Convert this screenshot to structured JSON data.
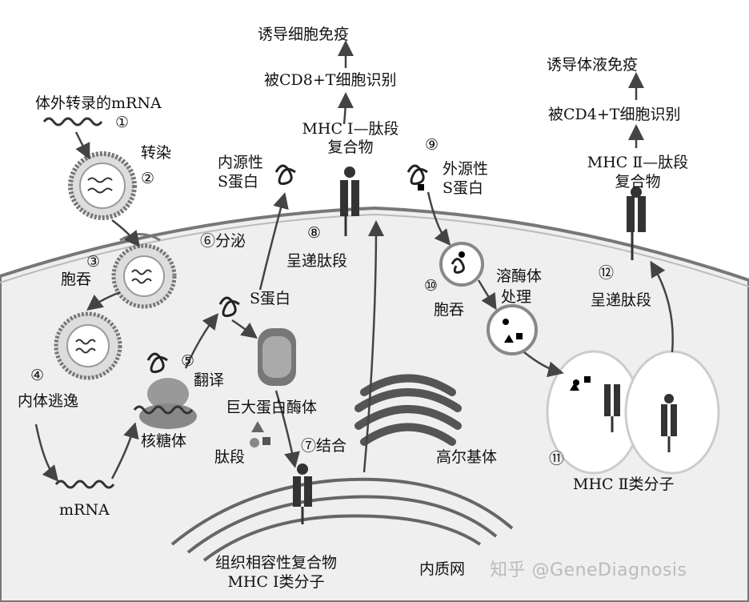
{
  "labels": {
    "induce_cell_immunity": "诱导细胞免疫",
    "cd8_recognition": "被CD8+T细胞识别",
    "mhc1_complex_l1": "MHC Ⅰ—肽段",
    "mhc1_complex_l2": "复合物",
    "ivt_mrna": "体外转录的mRNA",
    "step1": "①",
    "transfection": "转染",
    "step2": "②",
    "endogenous_l1": "内源性",
    "endogenous_l2": "S蛋白",
    "step9": "⑨",
    "exogenous_l1": "外源性",
    "exogenous_l2": "S蛋白",
    "induce_humoral_immunity": "诱导体液免疫",
    "cd4_recognition": "被CD4+T细胞识别",
    "mhc2_complex_l1": "MHC Ⅱ—肽段",
    "mhc2_complex_l2": "复合物",
    "step3": "③",
    "endocytosis_1": "胞吞",
    "step6_secretion": "⑥分泌",
    "step8": "⑧",
    "present_peptide_1": "呈递肽段",
    "step10": "⑩",
    "endocytosis_2": "胞吞",
    "lysosome_l1": "溶酶体",
    "lysosome_l2": "处理",
    "step12": "⑫",
    "present_peptide_2": "呈递肽段",
    "s_protein": "S蛋白",
    "step4": "④",
    "endosome_escape": "内体逃逸",
    "step5": "⑤",
    "translation": "翻译",
    "proteasome": "巨大蛋白酶体",
    "ribosome": "核糖体",
    "peptide": "肽段",
    "step7_binding": "⑦结合",
    "golgi": "高尔基体",
    "step11": "⑪",
    "mhc2_molecule": "MHC Ⅱ类分子",
    "mrna": "mRNA",
    "mhc1_l1": "组织相容性复合物",
    "mhc1_l2": "MHC Ⅰ类分子",
    "er": "内质网"
  },
  "watermark": "知乎 @GeneDiagnosis"
}
